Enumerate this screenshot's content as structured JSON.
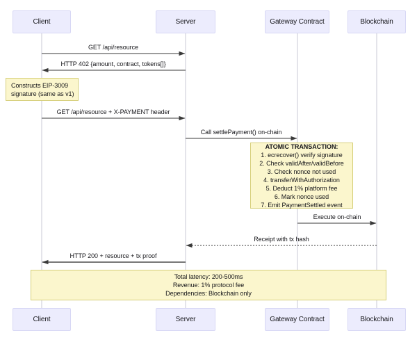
{
  "diagram": {
    "type": "sequence-diagram",
    "background": "#ffffff",
    "participant_fill": "#ececfd",
    "participant_stroke": "#d7d7f5",
    "note_fill": "#fbf6cd",
    "note_stroke": "#d6cf7a",
    "lifeline_color": "#c9c9d6",
    "arrow_color": "#3a3a3a",
    "participants": [
      {
        "id": "client",
        "label": "Client"
      },
      {
        "id": "server",
        "label": "Server"
      },
      {
        "id": "gateway",
        "label": "Gateway Contract"
      },
      {
        "id": "chain",
        "label": "Blockchain"
      }
    ],
    "messages": [
      {
        "from": "client",
        "to": "server",
        "label": "GET /api/resource",
        "style": "solid"
      },
      {
        "from": "server",
        "to": "client",
        "label": "HTTP 402 {amount, contract, tokens[]}",
        "style": "solid"
      },
      {
        "from": "client",
        "to": "server",
        "label": "GET /api/resource + X-PAYMENT header",
        "style": "solid"
      },
      {
        "from": "server",
        "to": "gateway",
        "label": "Call settlePayment() on-chain",
        "style": "solid"
      },
      {
        "from": "gateway",
        "to": "chain",
        "label": "Execute on-chain",
        "style": "solid"
      },
      {
        "from": "chain",
        "to": "server",
        "label": "Receipt with tx hash",
        "style": "dotted"
      },
      {
        "from": "server",
        "to": "client",
        "label": "HTTP 200 + resource + tx proof",
        "style": "solid"
      }
    ],
    "notes": [
      {
        "id": "note-signature",
        "over": "client",
        "align": "left",
        "lines": [
          "Constructs EIP-3009",
          "signature (same as v1)"
        ]
      },
      {
        "id": "note-atomic-transaction",
        "over": "gateway",
        "align": "center",
        "lines": [
          "ATOMIC TRANSACTION:",
          "1. ecrecover() verify signature",
          "2. Check validAfter/validBefore",
          "3. Check nonce not used",
          "4. transferWithAuthorization",
          "5. Deduct 1% platform fee",
          "6. Mark nonce used",
          "7. Emit PaymentSettled event"
        ]
      },
      {
        "id": "note-summary",
        "over": "all",
        "align": "center",
        "lines": [
          "Total latency: 200-500ms",
          "Revenue: 1% protocol fee",
          "Dependencies: Blockchain only"
        ]
      }
    ]
  }
}
